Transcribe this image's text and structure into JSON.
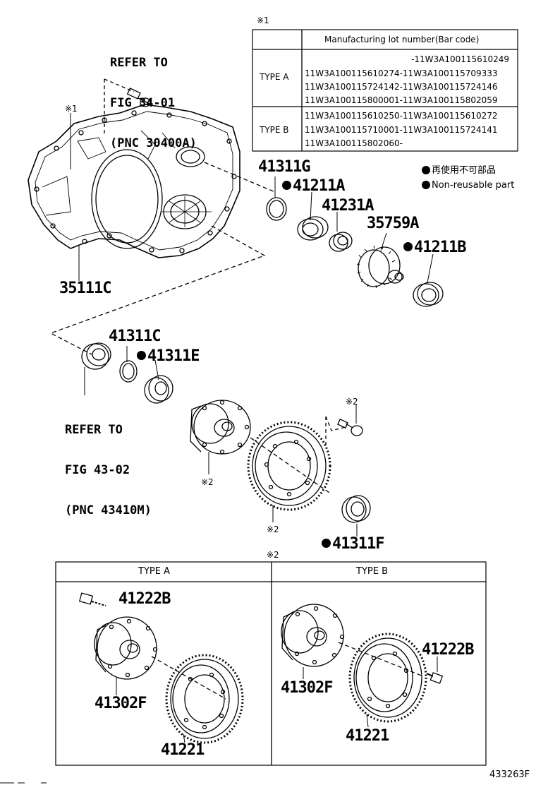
{
  "marks": {
    "note1": "※1",
    "note2": "※2"
  },
  "refs": {
    "top": [
      "REFER TO",
      "FIG 34-01",
      "(PNC 30400A)"
    ],
    "mid": [
      "REFER TO",
      "FIG 43-02",
      "(PNC 43410M)"
    ]
  },
  "table": {
    "header": "Manufacturing lot number(Bar code)",
    "rows": [
      {
        "type": "TYPE A",
        "lines": [
          "-11W3A100115610249",
          "11W3A100115610274-11W3A100115709333",
          "11W3A100115724142-11W3A100115724146",
          "11W3A100115800001-11W3A100115802059"
        ]
      },
      {
        "type": "TYPE B",
        "lines": [
          "11W3A100115610250-11W3A100115610272",
          "11W3A100115710001-11W3A100115724141",
          "11W3A100115802060-"
        ]
      }
    ]
  },
  "legend": {
    "jp": "再使用不可部品",
    "en": "Non-reusable part"
  },
  "parts": {
    "p35111C": "35111C",
    "p41311G": "41311G",
    "p41211A": "41211A",
    "p41231A": "41231A",
    "p35759A": "35759A",
    "p41211B": "41211B",
    "p41311C": "41311C",
    "p41311E": "41311E",
    "p41311F": "41311F",
    "a41222B": "41222B",
    "a41302F": "41302F",
    "a41221": "41221",
    "b41302F": "41302F",
    "b41222B": "41222B",
    "b41221": "41221"
  },
  "bottom": {
    "typeA": "TYPE A",
    "typeB": "TYPE B"
  },
  "figure_id": "433263F"
}
